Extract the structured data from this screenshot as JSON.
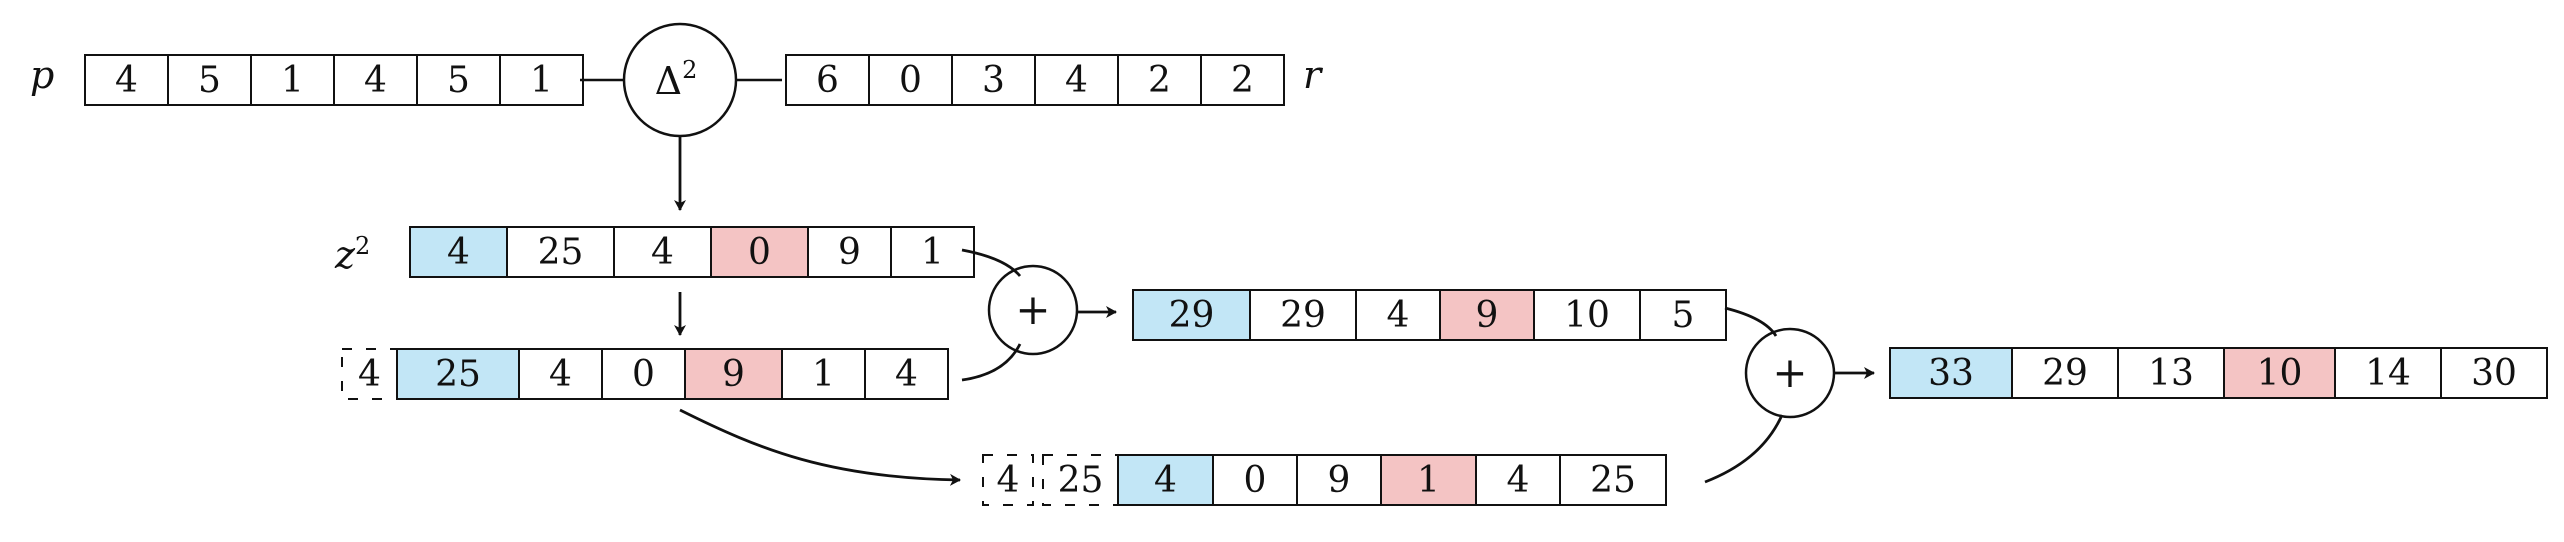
{
  "colors": {
    "highlight_blue": "#c2e6f6",
    "highlight_red": "#f4c4c4",
    "stroke": "#111111"
  },
  "labels": {
    "p": "p",
    "r": "r",
    "z2_base": "z",
    "z2_exp": "2"
  },
  "operators": {
    "delta_squared": {
      "symbol": "Δ",
      "exp": "2"
    },
    "plus_1": "+",
    "plus_2": "+"
  },
  "arrays": {
    "p": [
      {
        "value": "4"
      },
      {
        "value": "5"
      },
      {
        "value": "1"
      },
      {
        "value": "4"
      },
      {
        "value": "5"
      },
      {
        "value": "1"
      }
    ],
    "r": [
      {
        "value": "6"
      },
      {
        "value": "0"
      },
      {
        "value": "3"
      },
      {
        "value": "4"
      },
      {
        "value": "2"
      },
      {
        "value": "2"
      }
    ],
    "z2": [
      {
        "value": "4",
        "highlight": "blue"
      },
      {
        "value": "25"
      },
      {
        "value": "4"
      },
      {
        "value": "0",
        "highlight": "red"
      },
      {
        "value": "9"
      },
      {
        "value": "1"
      }
    ],
    "shift1": [
      {
        "value": "4",
        "ghost": true
      },
      {
        "value": "25",
        "highlight": "blue"
      },
      {
        "value": "4"
      },
      {
        "value": "0"
      },
      {
        "value": "9",
        "highlight": "red"
      },
      {
        "value": "1"
      },
      {
        "value": "4"
      }
    ],
    "sum1": [
      {
        "value": "29",
        "highlight": "blue"
      },
      {
        "value": "29"
      },
      {
        "value": "4"
      },
      {
        "value": "9",
        "highlight": "red"
      },
      {
        "value": "10"
      },
      {
        "value": "5"
      }
    ],
    "shift2": [
      {
        "value": "4",
        "ghost": true
      },
      {
        "value": "25",
        "ghost": true
      },
      {
        "value": "4",
        "highlight": "blue"
      },
      {
        "value": "0"
      },
      {
        "value": "9"
      },
      {
        "value": "1",
        "highlight": "red"
      },
      {
        "value": "4"
      },
      {
        "value": "25"
      }
    ],
    "sum2": [
      {
        "value": "33",
        "highlight": "blue"
      },
      {
        "value": "29"
      },
      {
        "value": "13"
      },
      {
        "value": "10",
        "highlight": "red"
      },
      {
        "value": "14"
      },
      {
        "value": "30"
      }
    ]
  }
}
